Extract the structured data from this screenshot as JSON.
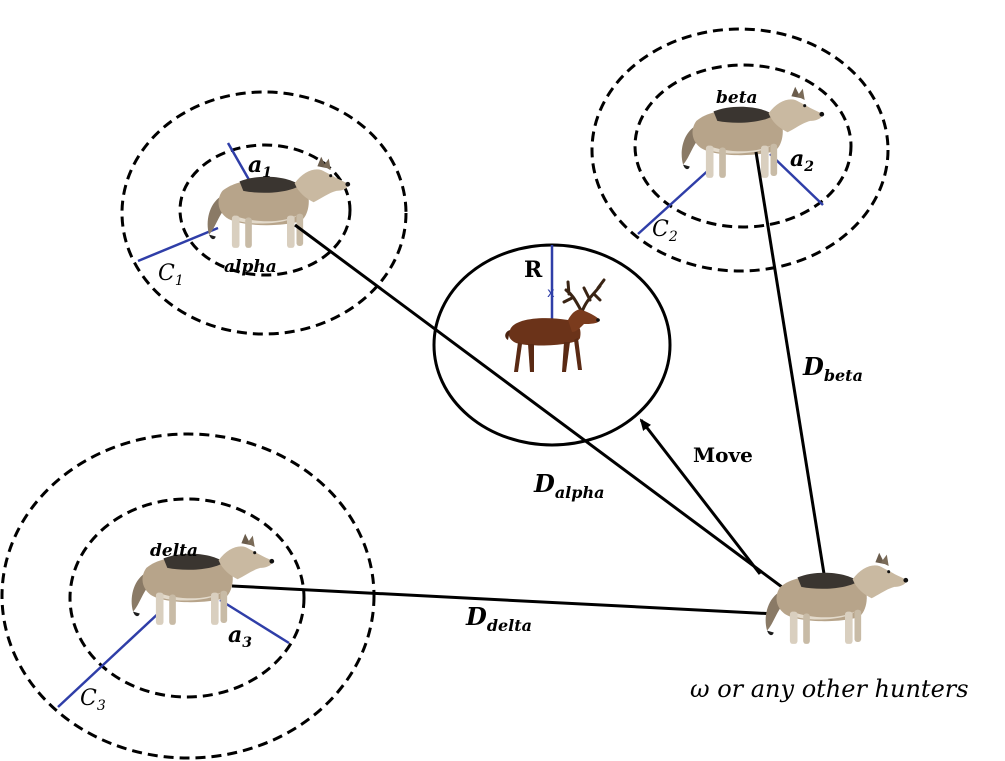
{
  "wolves": {
    "alpha": {
      "name": "alpha",
      "a_base": "a",
      "a_sub": "1",
      "c_base": "C",
      "c_sub": "1"
    },
    "beta": {
      "name": "beta",
      "a_base": "a",
      "a_sub": "2",
      "c_base": "C",
      "c_sub": "2"
    },
    "delta": {
      "name": "delta",
      "a_base": "a",
      "a_sub": "3",
      "c_base": "C",
      "c_sub": "3"
    }
  },
  "prey": {
    "radius_label": "R",
    "marker": "x"
  },
  "distances": {
    "alpha": {
      "base": "D",
      "sub": "alpha"
    },
    "beta": {
      "base": "D",
      "sub": "beta"
    },
    "delta": {
      "base": "D",
      "sub": "delta"
    }
  },
  "move_label": "Move",
  "hunter_label": "ω or any other hunters",
  "colors": {
    "vector_lines": "#2f3ea8",
    "wolf_body": "#b7a48a",
    "deer_body": "#6b3319"
  }
}
